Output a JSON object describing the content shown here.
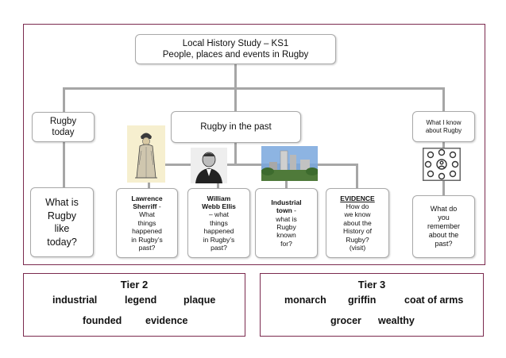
{
  "root": {
    "text": "Local History Study – KS1\nPeople, places and events in Rugby"
  },
  "rugby_today": {
    "text": "Rugby\ntoday"
  },
  "rugby_past": {
    "text": "Rugby in the past"
  },
  "what_i_know": {
    "text": "What I know\nabout Rugby"
  },
  "q_today": {
    "text": "What is\nRugby\nlike\ntoday?"
  },
  "q_sheriff": {
    "bold": "Lawrence\nSherriff",
    "rest": " -\nWhat\nthings\nhappened\nin Rugby’s\npast?"
  },
  "q_ellis": {
    "bold": "William\nWebb Ellis",
    "rest": "\n– what\nthings\nhappened\nin Rugby’s\npast?"
  },
  "q_industrial": {
    "bold": "Industrial\ntown",
    "rest": " -\nwhat is\nRugby\nknown\nfor?"
  },
  "q_evidence": {
    "bold": "EVIDENCE",
    "rest": "\nHow do\nwe know\nabout the\nHistory of\nRugby?\n(visit)"
  },
  "q_remember": {
    "text": "What do\nyou\nremember\nabout the\npast?"
  },
  "tier2": {
    "title": "Tier 2",
    "words": [
      "industrial",
      "legend",
      "plaque",
      "founded",
      "evidence"
    ]
  },
  "tier3": {
    "title": "Tier 3",
    "words": [
      "monarch",
      "griffin",
      "coat of arms",
      "grocer",
      "wealthy"
    ]
  },
  "colors": {
    "frame": "#7b2a4e",
    "connector": "#a6a6a6",
    "node_border": "#a9a9a9"
  }
}
